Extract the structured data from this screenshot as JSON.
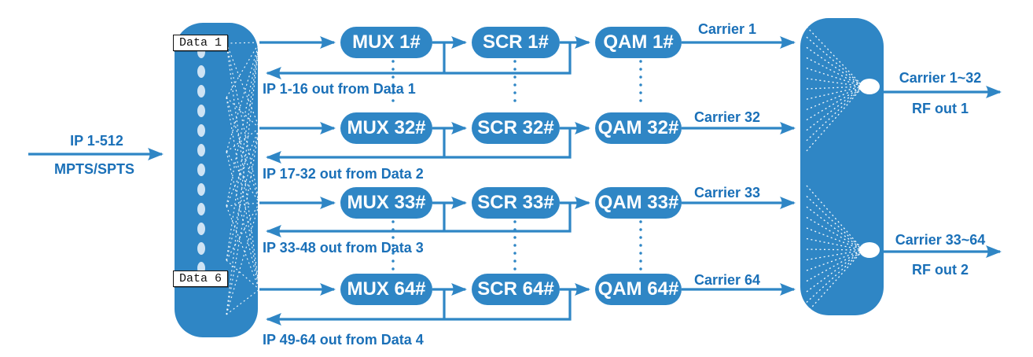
{
  "colors": {
    "primary": "#2F86C5",
    "label_text": "#1A70B8",
    "switch_dot": "#CEE3F4",
    "mesh_line": "#FFFFFF"
  },
  "input": {
    "line1": "IP 1-512",
    "line2": "MPTS/SPTS"
  },
  "switch": {
    "top_label": "Data 1",
    "bottom_label": "Data 6"
  },
  "rows": [
    {
      "mux": "MUX 1#",
      "scr": "SCR 1#",
      "qam": "QAM 1#",
      "carrier": "Carrier 1",
      "return_label": "IP 1-16 out from Data 1"
    },
    {
      "mux": "MUX 32#",
      "scr": "SCR 32#",
      "qam": "QAM 32#",
      "carrier": "Carrier 32",
      "return_label": "IP 17-32 out from Data 2"
    },
    {
      "mux": "MUX 33#",
      "scr": "SCR 33#",
      "qam": "QAM 33#",
      "carrier": "Carrier 33",
      "return_label": "IP 33-48 out from Data 3"
    },
    {
      "mux": "MUX 64#",
      "scr": "SCR 64#",
      "qam": "QAM 64#",
      "carrier": "Carrier 64",
      "return_label": "IP 49-64 out from Data 4"
    }
  ],
  "outputs": [
    {
      "carrier": "Carrier 1~32",
      "rf": "RF out 1"
    },
    {
      "carrier": "Carrier 33~64",
      "rf": "RF out 2"
    }
  ]
}
